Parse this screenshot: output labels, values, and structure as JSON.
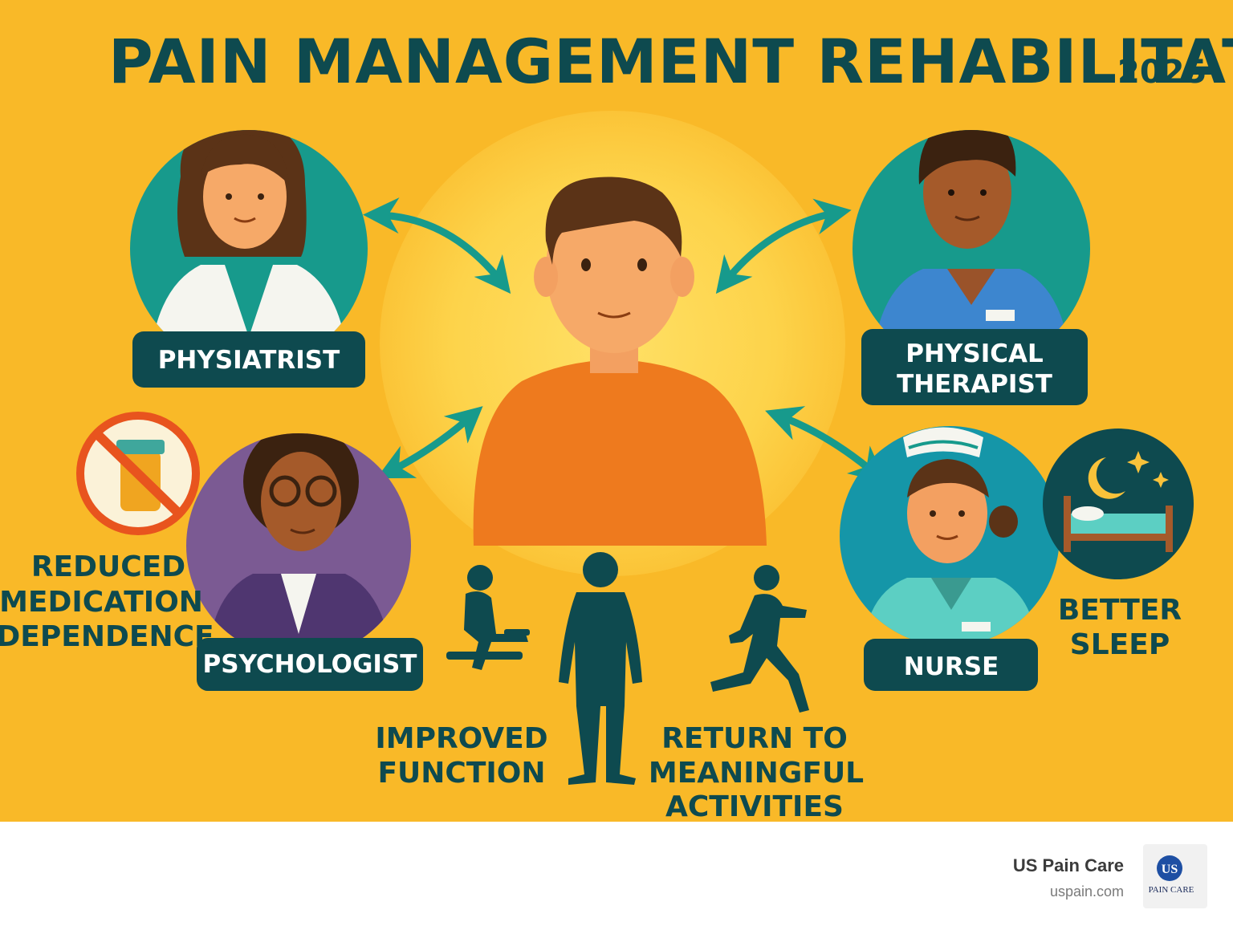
{
  "header": {
    "title": "PAIN MANAGEMENT REHABILITATION",
    "year": "2025"
  },
  "roles": {
    "physiatrist": "PHYSIATRIST",
    "physical_therapist": [
      "PHYSICAL",
      "THERAPIST"
    ],
    "psychologist": "PSYCHOLOGIST",
    "nurse": "NURSE"
  },
  "benefits": {
    "medication": [
      "REDUCED",
      "MEDICATION",
      "DEPENDENCE"
    ],
    "sleep": [
      "BETTER",
      "SLEEP"
    ],
    "function": [
      "IMPROVED",
      "FUNCTION"
    ],
    "activities": [
      "RETURN TO",
      "MEANINGFUL",
      "ACTIVITIES"
    ]
  },
  "footer": {
    "brand_name": "US Pain Care",
    "brand_url": "uspain.com",
    "logo_monogram": "US",
    "logo_caption": "PAIN CARE"
  },
  "colors": {
    "background": "#f9b928",
    "dark_teal": "#0e4a4f",
    "teal": "#179a8c",
    "orange": "#ee7a1e",
    "purple": "#7b5a93",
    "blue": "#1596a8",
    "no_sign": "#e8541e"
  },
  "icons": [
    "no-medication-icon",
    "moon-stars-bed-icon",
    "sitting-person-icon",
    "standing-person-icon",
    "running-person-icon",
    "double-arrow-icon"
  ]
}
